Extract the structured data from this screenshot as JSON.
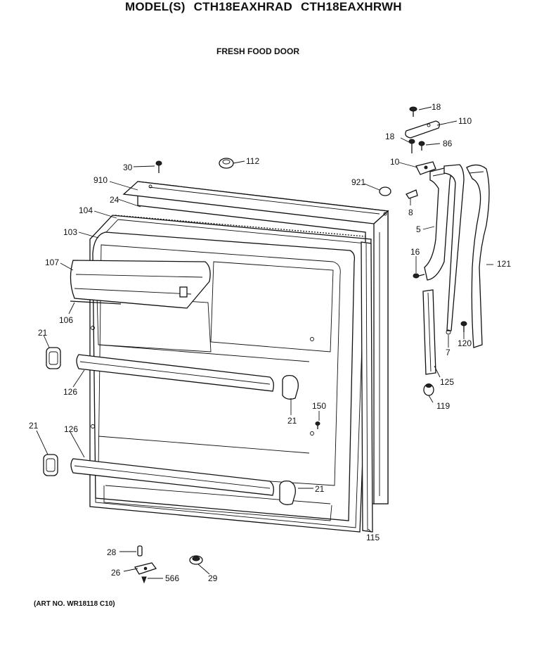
{
  "header": {
    "models_label": "MODEL(S)",
    "model_1": "CTH18EAXHRAD",
    "model_2": "CTH18EAXHRWH",
    "section_title": "FRESH FOOD DOOR"
  },
  "footer": {
    "art_no": "(ART NO. WR18118 C10)"
  },
  "part_labels": [
    "18",
    "110",
    "18",
    "86",
    "30",
    "112",
    "10",
    "910",
    "921",
    "24",
    "8",
    "104",
    "103",
    "5",
    "107",
    "16",
    "121",
    "106",
    "7",
    "120",
    "21",
    "125",
    "126",
    "119",
    "150",
    "21",
    "21",
    "126",
    "21",
    "115",
    "28",
    "26",
    "566",
    "29"
  ]
}
